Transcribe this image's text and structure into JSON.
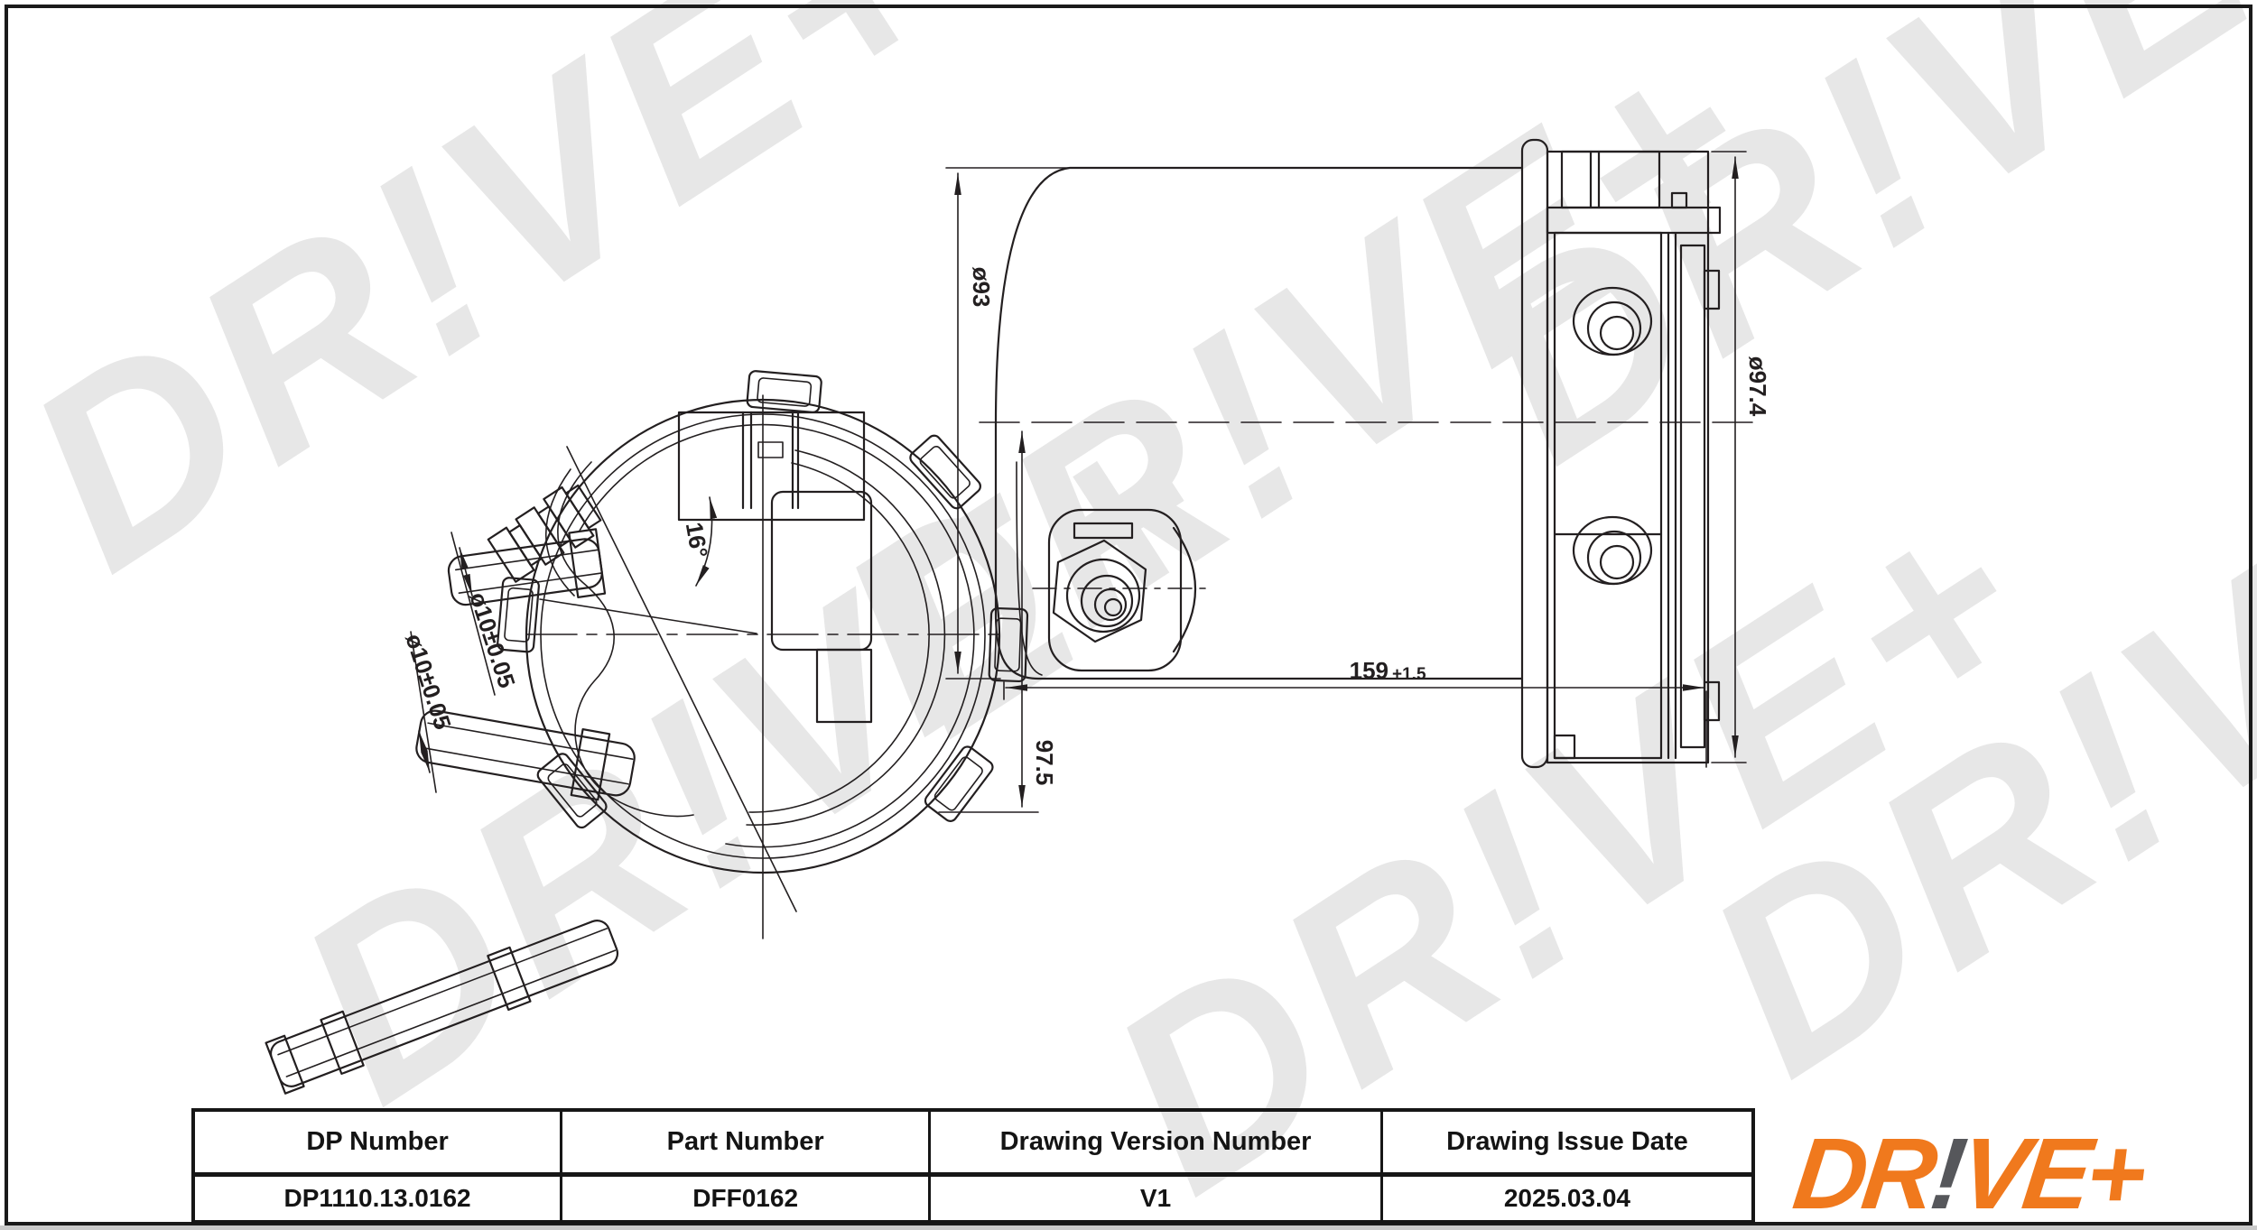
{
  "watermark": {
    "text": "DR!VE+"
  },
  "drawing": {
    "dims": {
      "body_diameter": "ø93",
      "bracket_diameter": "ø97.4",
      "overall_length": "159",
      "length_tolerance": "+1.5",
      "height_offset": "97.5",
      "inlet_diameter": "ø10±0.05",
      "outlet_diameter": "ø10±0.05",
      "port_angle": "16°"
    }
  },
  "table": {
    "columns": [
      {
        "header": "DP Number",
        "value": "DP1110.13.0162"
      },
      {
        "header": "Part Number",
        "value": "DFF0162"
      },
      {
        "header": "Drawing Version Number",
        "value": "V1"
      },
      {
        "header": "Drawing Issue Date",
        "value": "2025.03.04"
      }
    ]
  },
  "logo": {
    "part1": "DR",
    "exclamation": "!",
    "part2": "VE+"
  },
  "colors": {
    "logo_orange": "#F0791D",
    "logo_gray": "#56575B",
    "line": "#231f20",
    "watermark": "#e7e7e7"
  }
}
